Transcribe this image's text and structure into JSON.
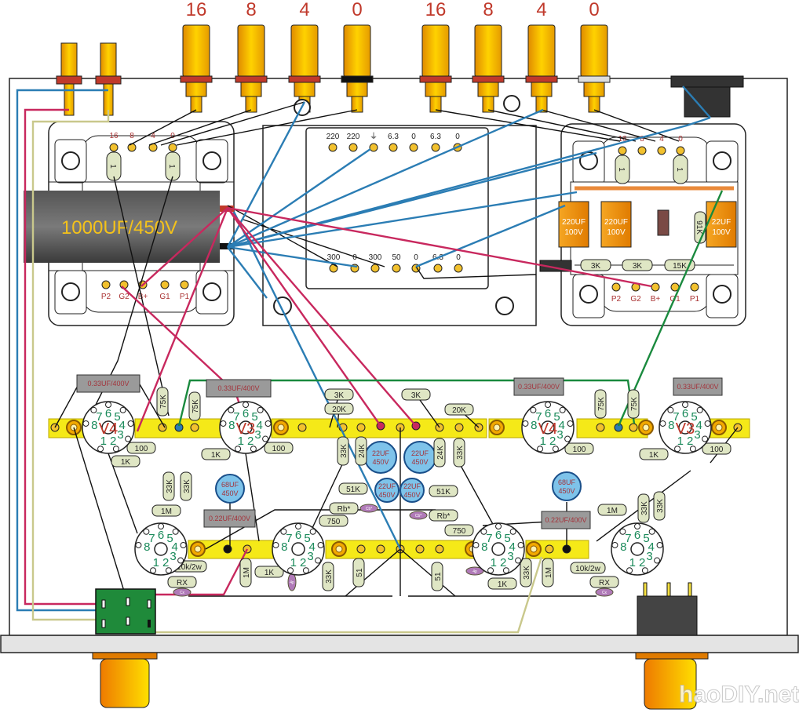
{
  "binding_posts": {
    "left": [
      "16",
      "8",
      "4",
      "0"
    ],
    "right": [
      "16",
      "8",
      "4",
      "0"
    ]
  },
  "power_transformer": {
    "primary_taps": [
      "220",
      "220",
      "⏚",
      "6.3",
      "0",
      "6.3",
      "0"
    ],
    "secondary_taps": [
      "300",
      "0",
      "300",
      "50",
      "0",
      "6.3",
      "0"
    ]
  },
  "output_transformers": {
    "secondary_taps": [
      "16",
      "8",
      "4",
      "0"
    ],
    "primary_taps": [
      "P2",
      "G2",
      "B+",
      "G1",
      "P1"
    ],
    "shunt_resistor": "1"
  },
  "main_capacitor": "1000UF/450V",
  "psu_board": {
    "caps": [
      [
        "220UF",
        "100V"
      ],
      [
        "220UF",
        "100V"
      ],
      [
        "22UF",
        "100V"
      ]
    ],
    "resistors": [
      "3K",
      "3K",
      "15K",
      "91K"
    ]
  },
  "tubes": {
    "names": [
      "V4",
      "V3",
      "V4",
      "V3"
    ],
    "pins": [
      "1",
      "2",
      "3",
      "4",
      "5",
      "6",
      "7",
      "8"
    ]
  },
  "coupling_caps": [
    "0.33UF/400V",
    "0.33UF/400V",
    "0.33UF/400V",
    "0.33UF/400V",
    "0.22UF/400V",
    "0.22UF/400V"
  ],
  "electrolytics": [
    [
      "22UF",
      "450V"
    ],
    [
      "22UF",
      "450V"
    ],
    [
      "22UF",
      "450V"
    ],
    [
      "22UF",
      "450V"
    ],
    [
      "68UF",
      "450V"
    ],
    [
      "68UF",
      "450V"
    ]
  ],
  "resistors": [
    "75K",
    "75K",
    "75K",
    "75K",
    "100",
    "100",
    "100",
    "100",
    "1K",
    "1K",
    "1K",
    "3K",
    "3K",
    "20K",
    "20K",
    "33K",
    "24K",
    "24K",
    "33K",
    "51K",
    "51K",
    "Rb*",
    "Rb*",
    "750",
    "750",
    "33K",
    "33K",
    "1M",
    "1M",
    "33K",
    "33K",
    "10k/2w",
    "10k/2w",
    "RX",
    "RX",
    "1M",
    "1K",
    "33K",
    "51",
    "51",
    "1K",
    "33K",
    "1M"
  ],
  "small_caps": [
    "Cb*",
    "Cb*",
    "4p",
    "Cx",
    "Cx",
    "4p"
  ],
  "watermark": "haoDIY.net",
  "wire_colors": {
    "blue": "#2b7db4",
    "red": "#c8285e",
    "green": "#1a8a3e",
    "khaki": "#c9c88c",
    "black": "#111111"
  },
  "accent_colors": {
    "strip": "#f5e918",
    "post": "#f2a900",
    "resistor": "#dfe6c4",
    "cap_body": "#9a9a9a",
    "electrolytic": "#7ec3ea",
    "switch": "#1f8a3a"
  }
}
